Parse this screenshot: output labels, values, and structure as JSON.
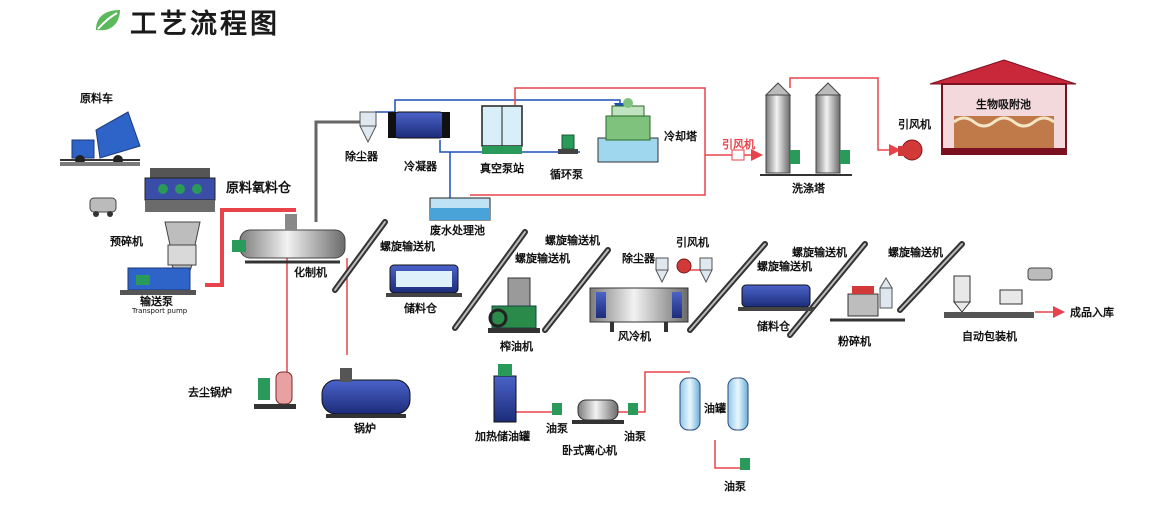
{
  "title": "工艺流程图",
  "labels": {
    "raw_truck": "原料车",
    "raw_silo": "原料氧料仓",
    "pre_crusher": "预碎机",
    "conveyor_pump": "输送泵",
    "conveyor_pump_en": "Transport pump",
    "digester": "化制机",
    "dust_collector": "除尘器",
    "condenser": "冷凝器",
    "vacuum_station": "真空泵站",
    "circulation_pump": "循环泵",
    "cooling_tower": "冷却塔",
    "wastewater_tank": "废水处理池",
    "draft_fan_pipe": "引风机",
    "scrubber": "洗涤塔",
    "draft_fan": "引风机",
    "bio_tank": "生物吸附池",
    "screw_1": "螺旋输送机",
    "storage_1": "储料仓",
    "screw_2": "螺旋输送机",
    "screw_3": "螺旋输送机",
    "oil_press": "榨油机",
    "dust_collector_2": "除尘器",
    "draft_fan_2": "引风机",
    "air_cooler": "风冷机",
    "screw_4": "螺旋输送机",
    "screw_5": "螺旋输送机",
    "storage_2": "储料仓",
    "screw_6": "螺旋输送机",
    "crusher": "粉碎机",
    "packer": "自动包装机",
    "product_out": "成品入库",
    "dust_boiler": "去尘锅炉",
    "boiler": "锅炉",
    "heat_oil_tank": "加热储油罐",
    "oil_pump_1": "油泵",
    "centrifuge": "卧式离心机",
    "oil_pump_2": "油泵",
    "oil_tank": "油罐",
    "oil_pump_3": "油泵"
  },
  "colors": {
    "pipe_red": "#e8434a",
    "pipe_blue": "#1f4fb8",
    "equipment_blue": "#2c3e9a",
    "tank_light": "#bfe3f5",
    "roof_red": "#c8283a",
    "leaf_green": "#5cb85c"
  },
  "icons": [
    "leaf-icon",
    "arrow-right-icon"
  ]
}
